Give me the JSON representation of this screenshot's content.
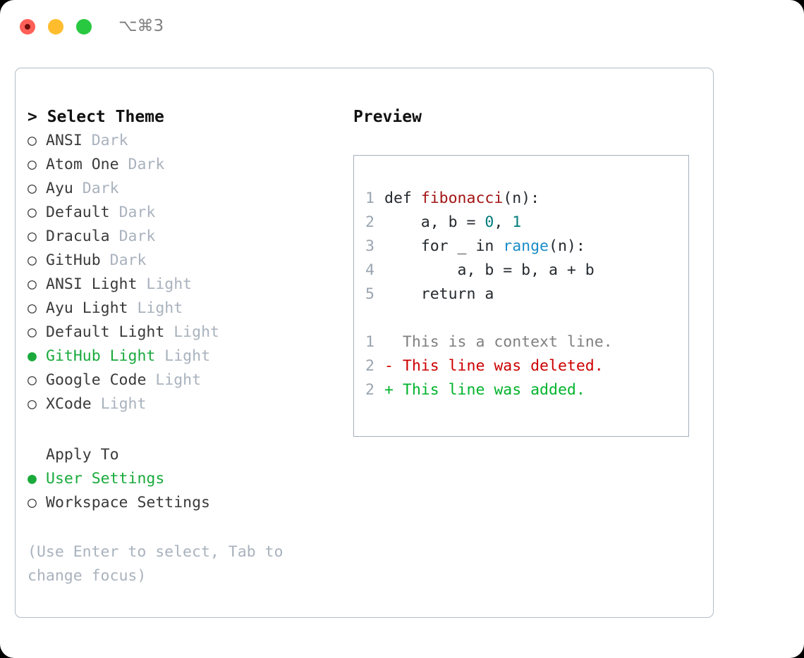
{
  "titlebar": {
    "shortcut": "⌥⌘3",
    "buttons": [
      {
        "name": "close",
        "color": "#ff5f57"
      },
      {
        "name": "minimize",
        "color": "#ffbd2e"
      },
      {
        "name": "zoom",
        "color": "#28c840"
      }
    ]
  },
  "theme_picker": {
    "heading": "> Select Theme",
    "items": [
      {
        "bullet": "○",
        "name": "ANSI",
        "category": "Dark",
        "selected": false
      },
      {
        "bullet": "○",
        "name": "Atom One",
        "category": "Dark",
        "selected": false
      },
      {
        "bullet": "○",
        "name": "Ayu",
        "category": "Dark",
        "selected": false
      },
      {
        "bullet": "○",
        "name": "Default",
        "category": "Dark",
        "selected": false
      },
      {
        "bullet": "○",
        "name": "Dracula",
        "category": "Dark",
        "selected": false
      },
      {
        "bullet": "○",
        "name": "GitHub",
        "category": "Dark",
        "selected": false
      },
      {
        "bullet": "○",
        "name": "ANSI Light",
        "category": "Light",
        "selected": false
      },
      {
        "bullet": "○",
        "name": "Ayu Light",
        "category": "Light",
        "selected": false
      },
      {
        "bullet": "○",
        "name": "Default Light",
        "category": "Light",
        "selected": false
      },
      {
        "bullet": "●",
        "name": "GitHub Light",
        "category": "Light",
        "selected": true
      },
      {
        "bullet": "○",
        "name": "Google Code",
        "category": "Light",
        "selected": false
      },
      {
        "bullet": "○",
        "name": "XCode",
        "category": "Light",
        "selected": false
      }
    ]
  },
  "apply_to": {
    "heading": "Apply To",
    "options": [
      {
        "bullet": "●",
        "label": "User Settings",
        "selected": true
      },
      {
        "bullet": "○",
        "label": "Workspace Settings",
        "selected": false
      }
    ]
  },
  "hint": "(Use Enter to select, Tab to change focus)",
  "preview": {
    "title": "Preview",
    "code_lines": [
      {
        "num": "1",
        "segments": [
          {
            "t": "def ",
            "c": "plain"
          },
          {
            "t": "fibonacci",
            "c": "fn"
          },
          {
            "t": "(n):",
            "c": "plain"
          }
        ]
      },
      {
        "num": "2",
        "segments": [
          {
            "t": "    a, b = ",
            "c": "plain"
          },
          {
            "t": "0",
            "c": "num"
          },
          {
            "t": ", ",
            "c": "plain"
          },
          {
            "t": "1",
            "c": "num"
          }
        ]
      },
      {
        "num": "3",
        "segments": [
          {
            "t": "    for _ in ",
            "c": "plain"
          },
          {
            "t": "range",
            "c": "call"
          },
          {
            "t": "(n):",
            "c": "plain"
          }
        ]
      },
      {
        "num": "4",
        "segments": [
          {
            "t": "        a, b = b, a + b",
            "c": "plain"
          }
        ]
      },
      {
        "num": "5",
        "segments": [
          {
            "t": "    return a",
            "c": "plain"
          }
        ]
      }
    ],
    "diff_lines": [
      {
        "num": "1",
        "marker": "  ",
        "text": "This is a context line.",
        "kind": "ctx"
      },
      {
        "num": "2",
        "marker": "- ",
        "text": "This line was deleted.",
        "kind": "del"
      },
      {
        "num": "2",
        "marker": "+ ",
        "text": "This line was added.",
        "kind": "add"
      }
    ]
  },
  "colors": {
    "accent_green": "#1aaa3c",
    "muted_gray": "#a9b2bd",
    "line_number": "#9aa5b1",
    "syntax_function": "#a31515",
    "syntax_number": "#007b7b",
    "syntax_call": "#1a8cc8",
    "diff_deleted": "#cc0000",
    "diff_added": "#00b32c",
    "border": "#b3bcc9"
  }
}
